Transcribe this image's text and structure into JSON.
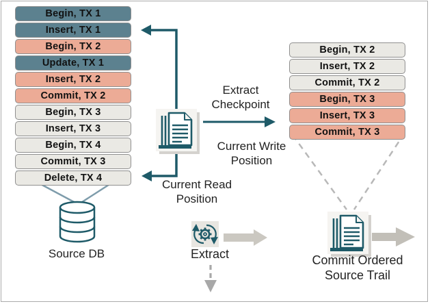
{
  "diagram_title": "Extract checkpoint and commit ordered source trail diagram",
  "colors": {
    "teal_row": "#5c818f",
    "salmon_row": "#ecab96",
    "gray_row": "#eae9e4",
    "row_border": "#8f8f8f",
    "accent_teal": "#1e5a68",
    "funnel_solid": "#7e9cab",
    "dashed_gray": "#b8b8b8",
    "thick_arrow_gray": "#c9c6bf",
    "label_text": "#222222",
    "frame_border": "#ababab"
  },
  "left_stack": {
    "name": "source transaction log",
    "rows": [
      {
        "label": "Begin, TX 1",
        "bg": "#5c818f"
      },
      {
        "label": "Insert, TX 1",
        "bg": "#5c818f"
      },
      {
        "label": "Begin, TX 2",
        "bg": "#ecab96"
      },
      {
        "label": "Update, TX 1",
        "bg": "#5c818f"
      },
      {
        "label": "Insert, TX 2",
        "bg": "#ecab96"
      },
      {
        "label": "Commit, TX 2",
        "bg": "#ecab96"
      },
      {
        "label": "Begin, TX 3",
        "bg": "#eae9e4"
      },
      {
        "label": "Insert, TX 3",
        "bg": "#eae9e4"
      },
      {
        "label": "Begin, TX 4",
        "bg": "#eae9e4"
      },
      {
        "label": "Commit, TX 3",
        "bg": "#eae9e4"
      },
      {
        "label": "Delete, TX 4",
        "bg": "#eae9e4"
      }
    ]
  },
  "right_stack": {
    "name": "commit ordered trail records",
    "rows": [
      {
        "label": "Begin, TX 2",
        "bg": "#eae9e4"
      },
      {
        "label": "Insert, TX 2",
        "bg": "#eae9e4"
      },
      {
        "label": "Commit, TX 2",
        "bg": "#eae9e4"
      },
      {
        "label": "Begin, TX 3",
        "bg": "#ecab96"
      },
      {
        "label": "Insert, TX 3",
        "bg": "#ecab96"
      },
      {
        "label": "Commit, TX 3",
        "bg": "#ecab96"
      }
    ]
  },
  "labels": {
    "extract_checkpoint_line1": "Extract",
    "extract_checkpoint_line2": "Checkpoint",
    "current_write_line1": "Current Write",
    "current_write_line2": "Position",
    "current_read_line1": "Current Read",
    "current_read_line2": "Position",
    "source_db": "Source DB",
    "extract_process": "Extract",
    "commit_ordered_line1": "Commit Ordered",
    "commit_ordered_line2": "Source Trail"
  },
  "icons": {
    "checkpoint_files": "document-stack-icon",
    "trail_files": "document-stack-icon",
    "extract_process": "gear-sync-icon",
    "source_db": "database-cylinder-icon"
  }
}
